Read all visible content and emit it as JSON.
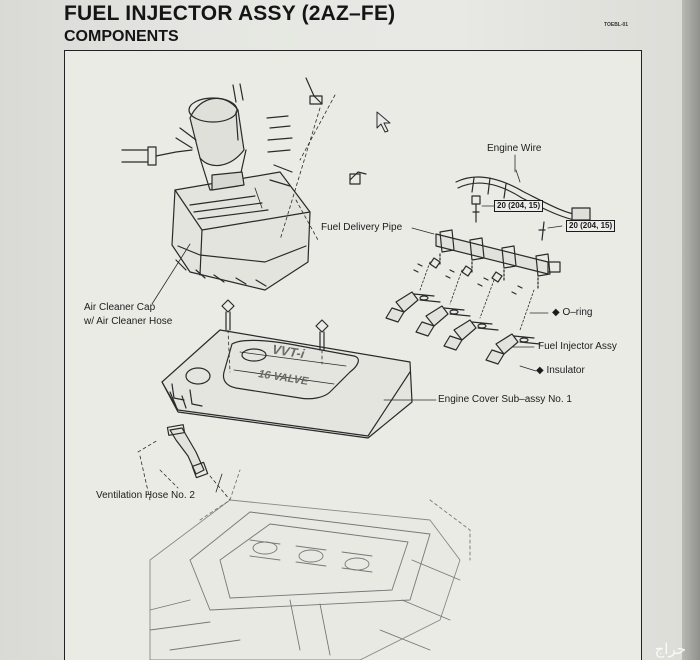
{
  "header": {
    "title": "FUEL INJECTOR ASSY (2AZ–FE)",
    "subtitle": "COMPONENTS",
    "doc_number": "TOEBL-01"
  },
  "diagram": {
    "labels": {
      "engine_wire": "Engine Wire",
      "fuel_delivery_pipe": "Fuel Delivery Pipe",
      "air_cleaner_cap_line1": "Air Cleaner Cap",
      "air_cleaner_cap_line2": "w/ Air Cleaner Hose",
      "o_ring": "◆ O–ring",
      "fuel_injector_assy": "Fuel Injector Assy",
      "insulator": "◆ Insulator",
      "engine_cover": "Engine Cover Sub–assy No. 1",
      "ventilation_hose": "Ventilation Hose No. 2"
    },
    "torque_specs": [
      "20 (204, 15)",
      "20 (204, 15)"
    ],
    "cover_embossing": [
      "VVT-i",
      "16 VALVE"
    ]
  },
  "watermark": "حراج"
}
